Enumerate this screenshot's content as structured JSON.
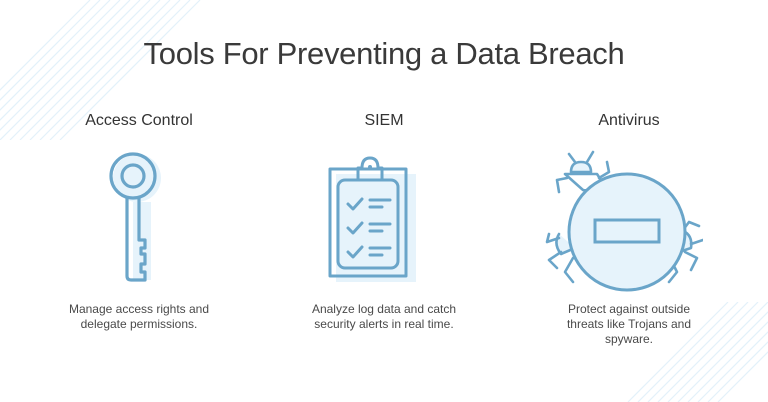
{
  "title": "Tools For Preventing a Data Breach",
  "colors": {
    "accent": "#6aa5c9",
    "fill": "#e6f3fb",
    "text": "#3a3a3a"
  },
  "tools": [
    {
      "name": "Access Control",
      "icon": "key-icon",
      "description": "Manage access rights and delegate permissions."
    },
    {
      "name": "SIEM",
      "icon": "clipboard-checklist-icon",
      "description": "Analyze log data and catch security alerts in real time."
    },
    {
      "name": "Antivirus",
      "icon": "bug-block-icon",
      "description": "Protect against outside threats like Trojans and spyware."
    }
  ]
}
